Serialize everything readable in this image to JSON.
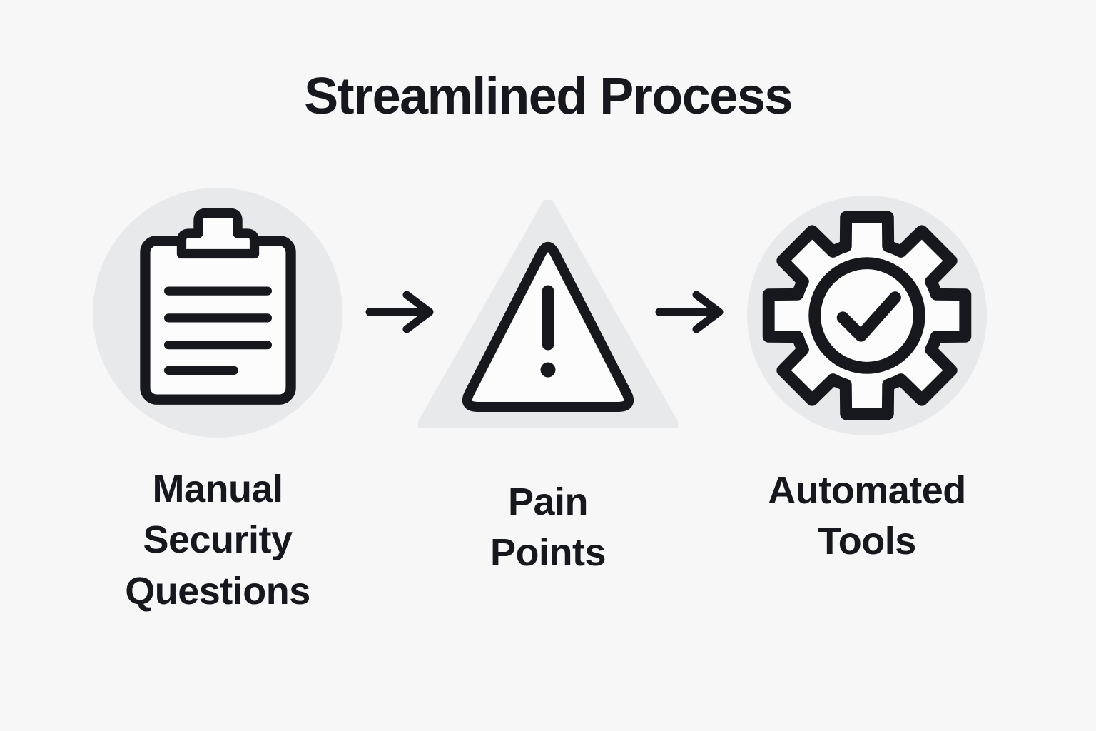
{
  "title": "Streamlined Process",
  "steps": [
    {
      "id": "manual-security-questions",
      "label": "Manual\nSecurity\nQuestions",
      "icon": "clipboard-icon"
    },
    {
      "id": "pain-points",
      "label": "Pain\nPoints",
      "icon": "warning-triangle-icon"
    },
    {
      "id": "automated-tools",
      "label": "Automated\nTools",
      "icon": "gear-checkmark-icon"
    }
  ],
  "connectors": [
    {
      "id": "arrow-1",
      "from": "manual-security-questions",
      "to": "pain-points"
    },
    {
      "id": "arrow-2",
      "from": "pain-points",
      "to": "automated-tools"
    }
  ],
  "colors": {
    "background": "#f7f7f8",
    "ink": "#16181d",
    "shape_background": "#e8e9eb",
    "icon_fill": "#fcfcfd"
  }
}
